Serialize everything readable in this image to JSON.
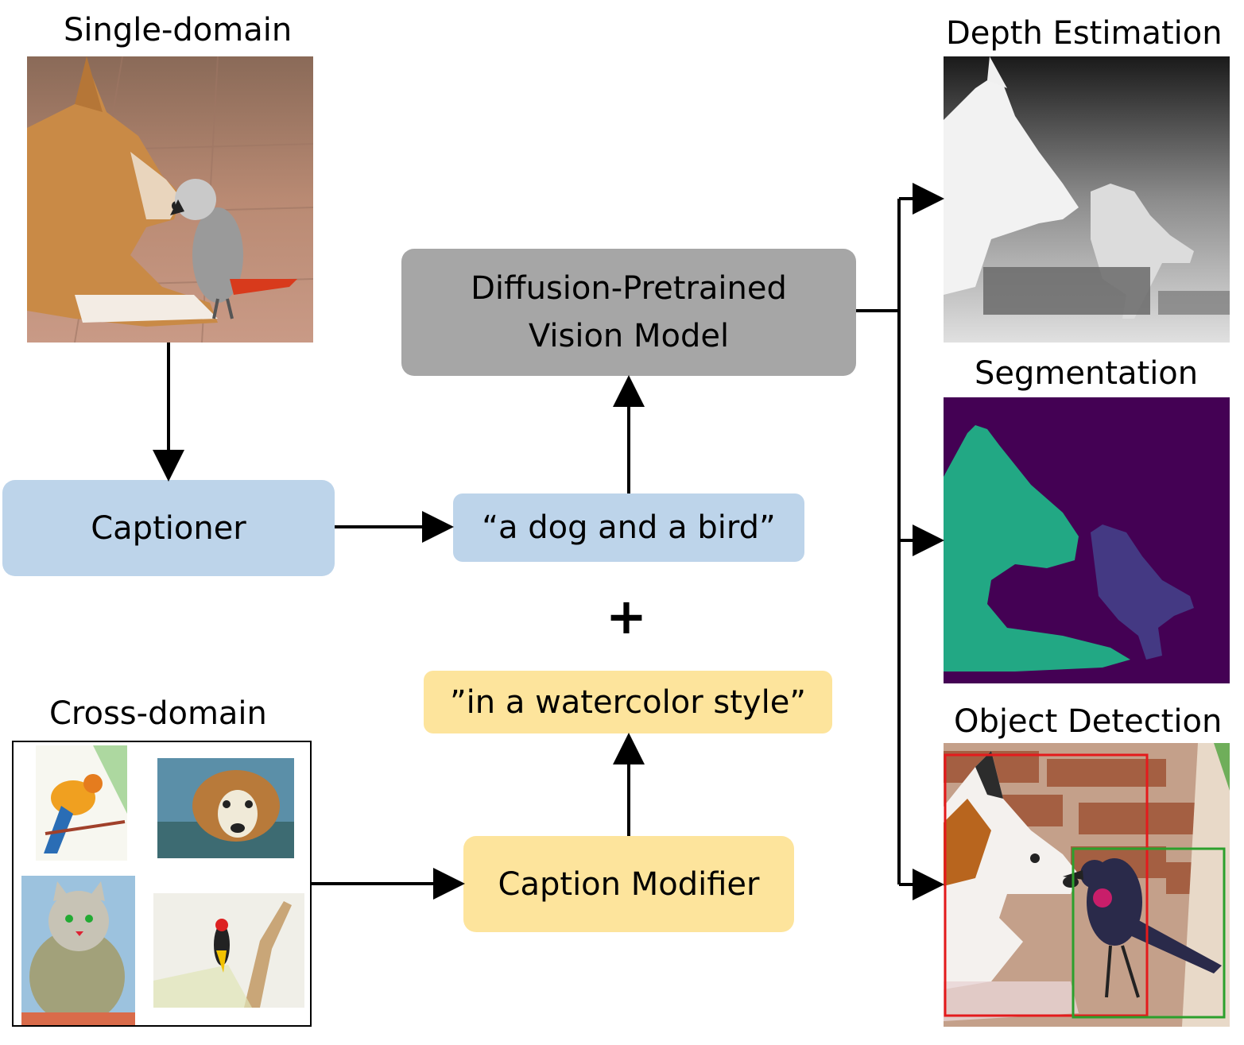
{
  "labels": {
    "single_domain": "Single-domain",
    "cross_domain": "Cross-domain",
    "depth": "Depth Estimation",
    "segmentation": "Segmentation",
    "detection": "Object Detection"
  },
  "boxes": {
    "captioner": "Captioner",
    "vision_model_line1": "Diffusion-Pretrained",
    "vision_model_line2": "Vision Model",
    "caption": "“a dog and a bird”",
    "style": "”in a watercolor style”",
    "modifier": "Caption Modifier",
    "plus": "+"
  },
  "colors": {
    "blue_box": "#bdd4ea",
    "yellow_box": "#fde49c",
    "gray_box": "#a6a6a6",
    "seg_background": "#440154",
    "seg_dog": "#22a884",
    "seg_bird": "#443983",
    "det_dog_box": "#e41a1c",
    "det_bird_box": "#2ca02c"
  }
}
